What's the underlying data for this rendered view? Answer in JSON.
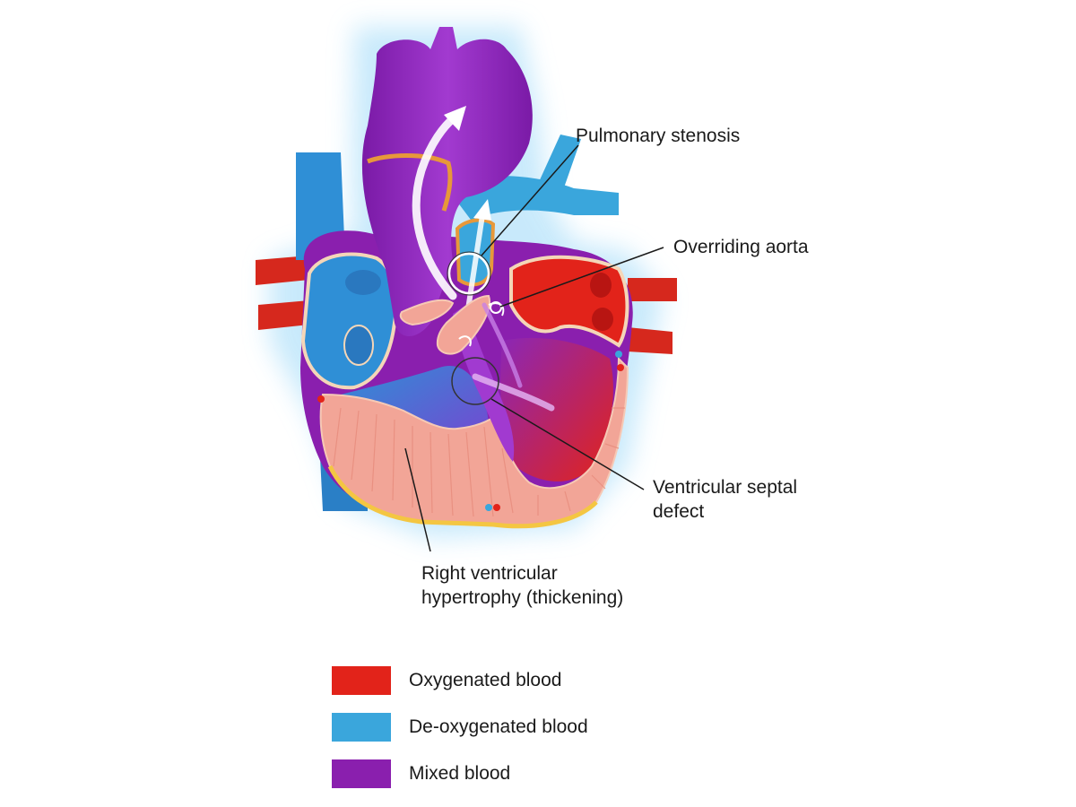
{
  "labels": {
    "pulmonary_stenosis": "Pulmonary stenosis",
    "overriding_aorta": "Overriding aorta",
    "vsd_line1": "Ventricular septal",
    "vsd_line2": "defect",
    "rvh_line1": "Right ventricular",
    "rvh_line2": "hypertrophy (thickening)"
  },
  "legend": [
    {
      "label": "Oxygenated blood",
      "color": "#e2231a"
    },
    {
      "label": "De-oxygenated blood",
      "color": "#3aa6dc"
    },
    {
      "label": "Mixed blood",
      "color": "#8a1fae"
    }
  ],
  "colors": {
    "oxygenated": "#e2231a",
    "deoxygenated": "#3aa6dc",
    "mixed": "#8a1fae",
    "muscle": "#f2a597",
    "glow": "#bfe6fb"
  }
}
